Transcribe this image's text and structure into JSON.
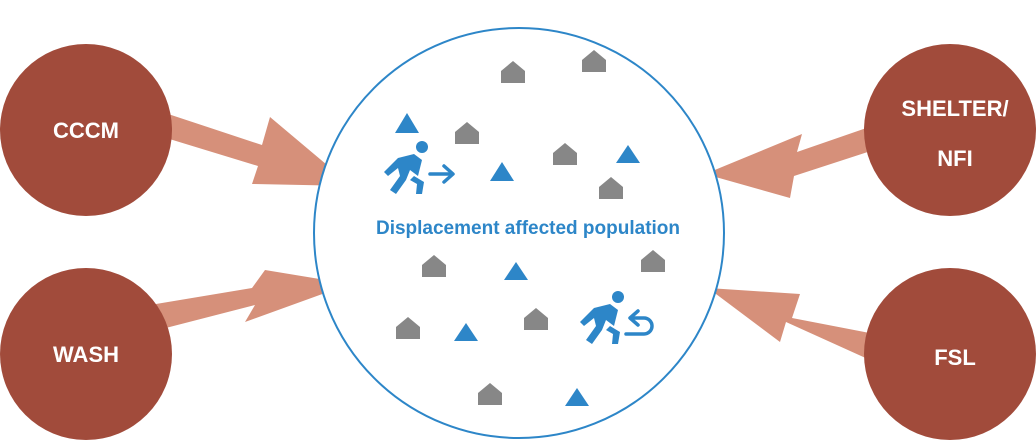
{
  "colors": {
    "sector_fill": "#a14b3b",
    "arrow_fill": "#d6907a",
    "accent_blue": "#2d86c8",
    "house_gray": "#878787",
    "circle_stroke": "#2d86c8"
  },
  "center": {
    "label": "Displacement affected population"
  },
  "sectors": {
    "cccm": {
      "label": "CCCM"
    },
    "wash": {
      "label": "WASH"
    },
    "shelter": {
      "line1": "SHELTER/",
      "line2": "NFI"
    },
    "fsl": {
      "label": "FSL"
    }
  },
  "icons": {
    "house": "house-icon",
    "tent": "tent-icon",
    "person_leaving": "person-walking-away-icon",
    "person_returning": "person-returning-icon"
  }
}
